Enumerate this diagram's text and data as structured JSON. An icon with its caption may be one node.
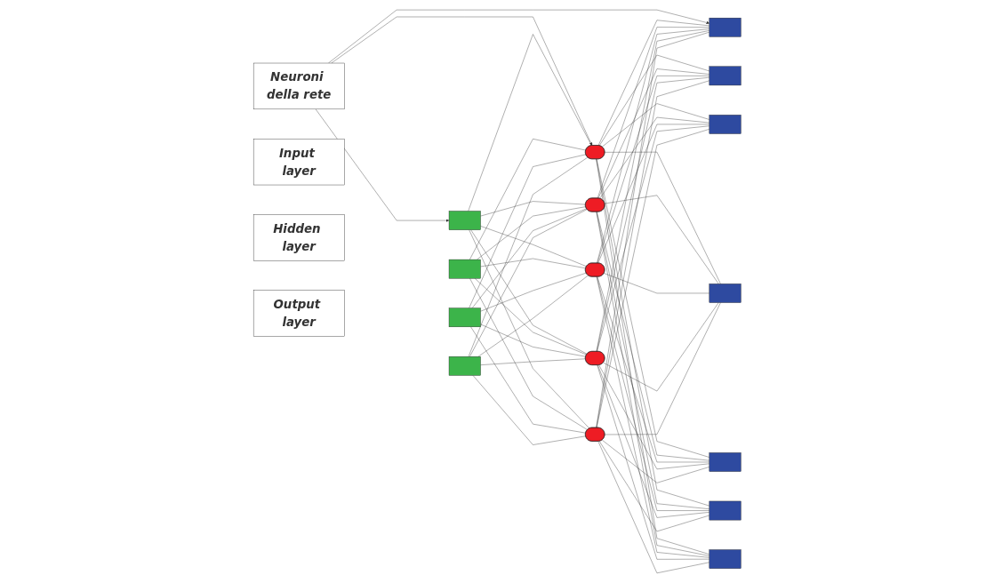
{
  "diagram": {
    "nodes": [
      {
        "text": [
          "Neuroni della rete"
        ]
      },
      {
        "text": [],
        "shape": "box"
      },
      {
        "text": [],
        "shape": "box"
      },
      {
        "text": [],
        "shape": "box"
      },
      {
        "text": [],
        "shape": "box"
      },
      {
        "text": [],
        "shape": "ellipse"
      },
      {
        "text": [],
        "shape": "ellipse"
      },
      {
        "text": [],
        "shape": "ellipse"
      },
      {
        "text": [],
        "shape": "ellipse"
      },
      {
        "text": [],
        "shape": "ellipse"
      },
      {
        "text": [],
        "shape": "box"
      },
      {
        "text": [],
        "shape": "box"
      },
      {
        "text": [],
        "shape": "box"
      },
      {
        "text": [],
        "shape": "box"
      },
      {
        "text": [],
        "shape": "box"
      },
      {
        "text": [],
        "shape": "box"
      },
      {
        "text": [],
        "shape": "box"
      },
      {
        "text": [
          "Input layer"
        ]
      },
      {
        "text": [
          "Hidden layer"
        ]
      },
      {
        "text": [
          "Output layer"
        ]
      }
    ],
    "edges": [
      {
        "from": 0,
        "to": 1,
        "arrow": "to"
      },
      {
        "from": 0,
        "to": 5,
        "arrow": "to"
      },
      {
        "from": 0,
        "to": 10,
        "arrow": "to"
      },
      {
        "from": 1,
        "to": 5,
        "arrow": "none"
      },
      {
        "from": 1,
        "to": 6,
        "arrow": "none"
      },
      {
        "from": 1,
        "to": 7,
        "arrow": "none"
      },
      {
        "from": 1,
        "to": 8,
        "arrow": "none"
      },
      {
        "from": 1,
        "to": 9,
        "arrow": "none"
      },
      {
        "from": 2,
        "to": 5,
        "arrow": "none"
      },
      {
        "from": 2,
        "to": 6,
        "arrow": "none"
      },
      {
        "from": 2,
        "to": 7,
        "arrow": "none"
      },
      {
        "from": 2,
        "to": 8,
        "arrow": "none"
      },
      {
        "from": 2,
        "to": 9,
        "arrow": "none"
      },
      {
        "from": 3,
        "to": 5,
        "arrow": "none"
      },
      {
        "from": 3,
        "to": 6,
        "arrow": "none"
      },
      {
        "from": 3,
        "to": 7,
        "arrow": "none"
      },
      {
        "from": 3,
        "to": 8,
        "arrow": "none"
      },
      {
        "from": 3,
        "to": 9,
        "arrow": "none"
      },
      {
        "from": 4,
        "to": 5,
        "arrow": "none"
      },
      {
        "from": 4,
        "to": 6,
        "arrow": "none"
      },
      {
        "from": 4,
        "to": 7,
        "arrow": "none"
      },
      {
        "from": 4,
        "to": 8,
        "arrow": "none"
      },
      {
        "from": 4,
        "to": 9,
        "arrow": "none"
      },
      {
        "from": 5,
        "to": 10,
        "arrow": "none"
      },
      {
        "from": 5,
        "to": 11,
        "arrow": "none"
      },
      {
        "from": 5,
        "to": 12,
        "arrow": "none"
      },
      {
        "from": 5,
        "to": 13,
        "arrow": "none"
      },
      {
        "from": 5,
        "to": 14,
        "arrow": "none"
      },
      {
        "from": 5,
        "to": 15,
        "arrow": "none"
      },
      {
        "from": 5,
        "to": 16,
        "arrow": "none"
      },
      {
        "from": 6,
        "to": 10,
        "arrow": "none"
      },
      {
        "from": 6,
        "to": 11,
        "arrow": "none"
      },
      {
        "from": 6,
        "to": 12,
        "arrow": "none"
      },
      {
        "from": 6,
        "to": 13,
        "arrow": "none"
      },
      {
        "from": 6,
        "to": 14,
        "arrow": "none"
      },
      {
        "from": 6,
        "to": 15,
        "arrow": "none"
      },
      {
        "from": 6,
        "to": 16,
        "arrow": "none"
      },
      {
        "from": 7,
        "to": 10,
        "arrow": "none"
      },
      {
        "from": 7,
        "to": 11,
        "arrow": "none"
      },
      {
        "from": 7,
        "to": 12,
        "arrow": "none"
      },
      {
        "from": 7,
        "to": 13,
        "arrow": "none"
      },
      {
        "from": 7,
        "to": 14,
        "arrow": "none"
      },
      {
        "from": 7,
        "to": 15,
        "arrow": "none"
      },
      {
        "from": 7,
        "to": 16,
        "arrow": "none"
      },
      {
        "from": 8,
        "to": 10,
        "arrow": "none"
      },
      {
        "from": 8,
        "to": 11,
        "arrow": "none"
      },
      {
        "from": 8,
        "to": 12,
        "arrow": "none"
      },
      {
        "from": 8,
        "to": 13,
        "arrow": "none"
      },
      {
        "from": 8,
        "to": 14,
        "arrow": "none"
      },
      {
        "from": 8,
        "to": 15,
        "arrow": "none"
      },
      {
        "from": 8,
        "to": 16,
        "arrow": "none"
      },
      {
        "from": 9,
        "to": 10,
        "arrow": "none"
      },
      {
        "from": 9,
        "to": 11,
        "arrow": "none"
      },
      {
        "from": 9,
        "to": 12,
        "arrow": "none"
      },
      {
        "from": 9,
        "to": 13,
        "arrow": "none"
      },
      {
        "from": 9,
        "to": 14,
        "arrow": "none"
      },
      {
        "from": 9,
        "to": 15,
        "arrow": "none"
      },
      {
        "from": 9,
        "to": 16,
        "arrow": "none"
      }
    ]
  }
}
